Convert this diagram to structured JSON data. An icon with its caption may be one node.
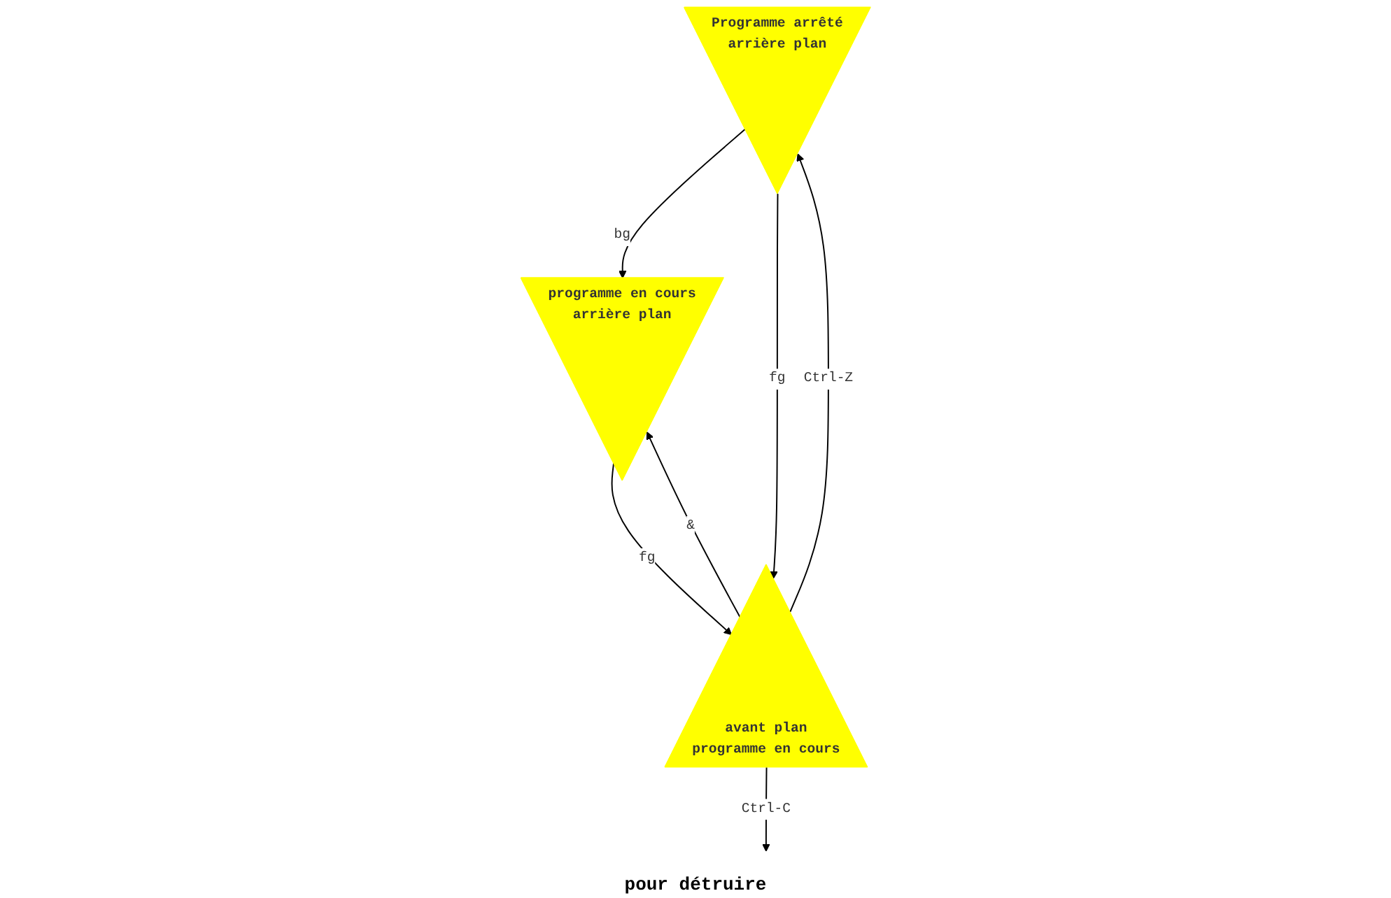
{
  "diagram": {
    "nodes": [
      {
        "text": [
          "Programme arrêté",
          "arrière plan"
        ]
      },
      {
        "text": [
          "programme en cours",
          "arrière plan"
        ]
      },
      {
        "text": [
          "avant plan",
          "programme en cours"
        ]
      }
    ],
    "edges": [
      {
        "from": 0,
        "to": 1,
        "arrow": "to",
        "label": "bg"
      },
      {
        "from": 0,
        "to": 2,
        "arrow": "to",
        "label": "fg"
      },
      {
        "from": 1,
        "to": 2,
        "arrow": "to",
        "label": "fg"
      },
      {
        "from": 2,
        "to": 0,
        "arrow": "to",
        "label": "Ctrl-Z"
      },
      {
        "from": 2,
        "to": 1,
        "arrow": "to",
        "label": "&"
      },
      {
        "from": 2,
        "to": null,
        "arrow": "to",
        "label": "Ctrl-C"
      }
    ],
    "labels": [
      "pour détruire"
    ]
  }
}
